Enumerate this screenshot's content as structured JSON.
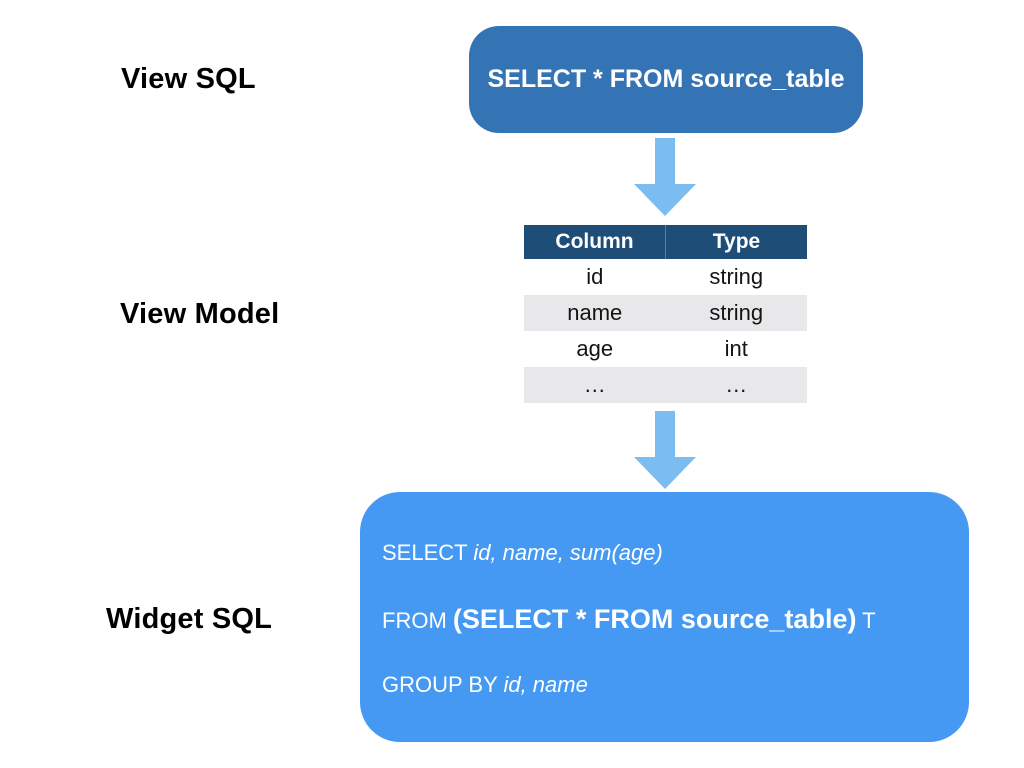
{
  "labels": {
    "view_sql": "View SQL",
    "view_model": "View Model",
    "widget_sql": "Widget SQL"
  },
  "view_sql_box": {
    "text": "SELECT * FROM source_table"
  },
  "view_model_table": {
    "headers": [
      "Column",
      "Type"
    ],
    "rows": [
      [
        "id",
        "string"
      ],
      [
        "name",
        "string"
      ],
      [
        "age",
        "int"
      ],
      [
        "…",
        "…"
      ]
    ]
  },
  "widget_sql_box": {
    "line1_keyword": "SELECT ",
    "line1_italic": "id, name, sum(age)",
    "line2_keyword": "FROM ",
    "line2_bold": "(SELECT * FROM source_table)",
    "line2_suffix": " T",
    "line3_keyword": "GROUP BY ",
    "line3_italic": "id, name"
  },
  "icons": {
    "arrow_down_1": "down-arrow",
    "arrow_down_2": "down-arrow"
  },
  "colors": {
    "view_sql_box_bg": "#3474b5",
    "table_header_bg": "#1e4d78",
    "table_alt_row_bg": "#e8e8ea",
    "arrow_fill": "#7bbdf0",
    "widget_sql_box_bg": "#4599f3",
    "label_text": "#000000",
    "box_text": "#ffffff"
  }
}
